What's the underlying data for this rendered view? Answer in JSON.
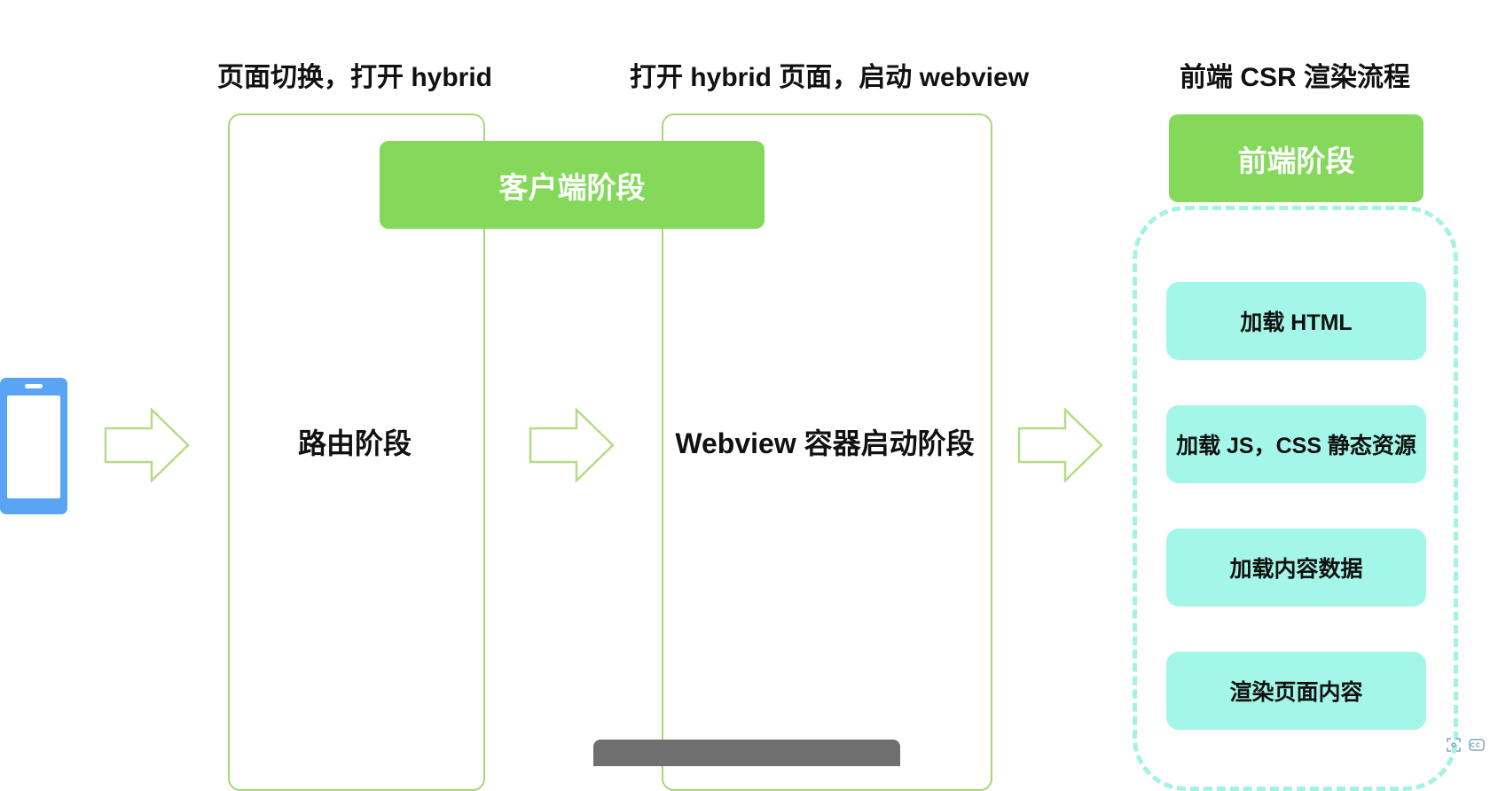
{
  "headings": {
    "col1": "页面切换，打开 hybrid",
    "col2": "打开 hybrid 页面，启动 webview",
    "col3": "前端 CSR 渲染流程"
  },
  "phases": {
    "client": "客户端阶段",
    "frontend": "前端阶段"
  },
  "stages": {
    "routing": "路由阶段",
    "webview": "Webview 容器启动阶段"
  },
  "steps": [
    "加载 HTML",
    "加载 JS，CSS 静态资源",
    "加载内容数据",
    "渲染页面内容"
  ],
  "icons": {
    "device": "mobile-phone-icon",
    "arrow": "hollow-right-arrow-icon"
  },
  "colors": {
    "phase_green": "#84d95a",
    "column_border": "#a8d873",
    "arrow_stroke": "#b5dc85",
    "step_fill": "#a4f7e8",
    "dashed_border": "#a4f2e3",
    "phone_blue": "#5aa5f3"
  }
}
